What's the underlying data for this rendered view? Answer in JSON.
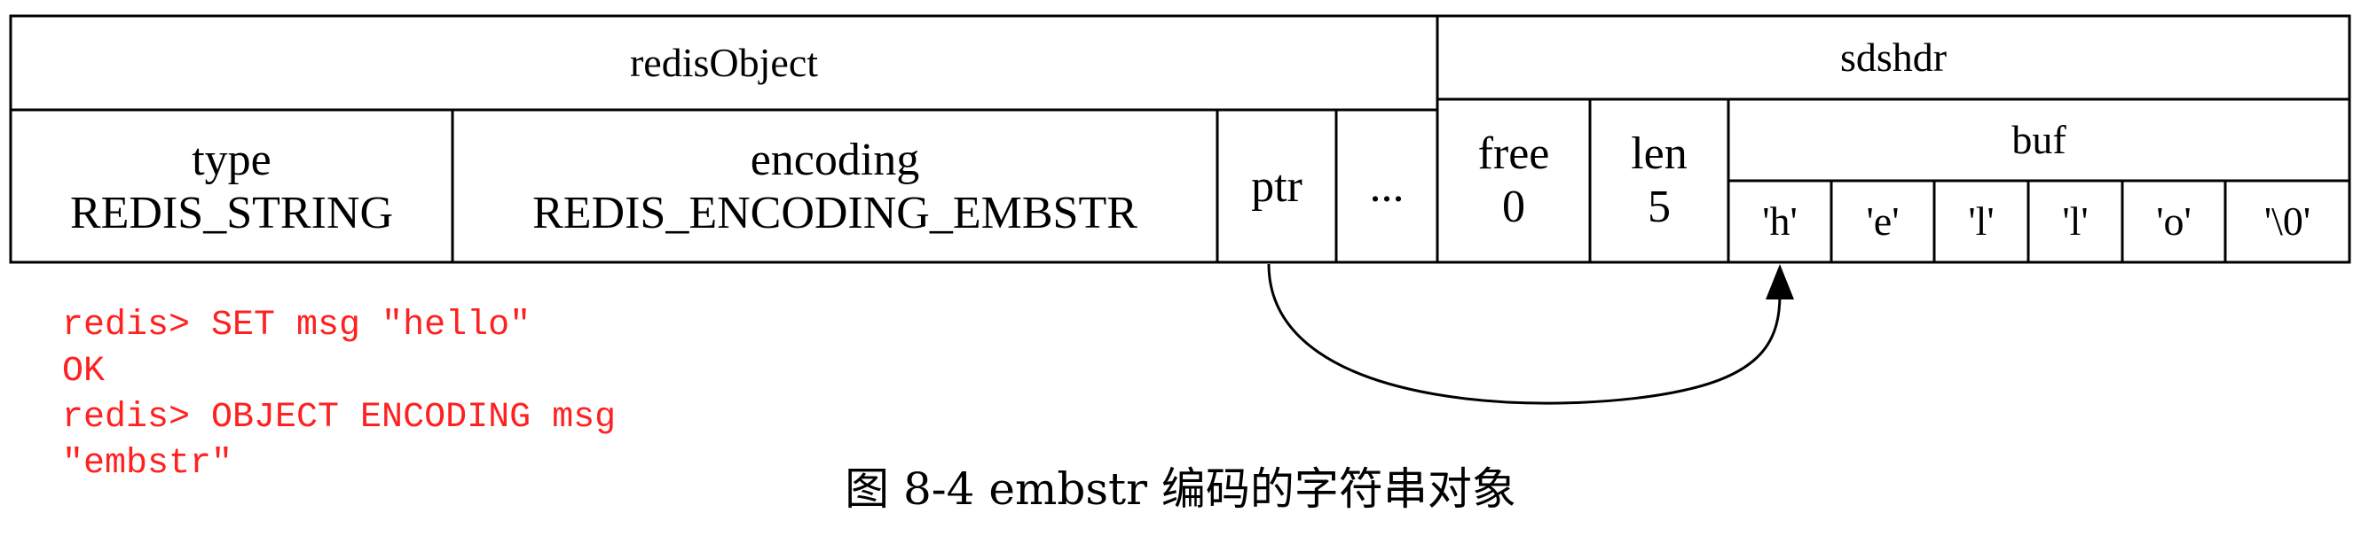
{
  "redisObject": {
    "title": "redisObject",
    "type_name": "type",
    "type_value": "REDIS_STRING",
    "encoding_name": "encoding",
    "encoding_value": "REDIS_ENCODING_EMBSTR",
    "ptr": "ptr",
    "more": "..."
  },
  "sdshdr": {
    "title": "sdshdr",
    "free_name": "free",
    "free_value": "0",
    "len_name": "len",
    "len_value": "5",
    "buf_title": "buf",
    "buf": [
      "'h'",
      "'e'",
      "'l'",
      "'l'",
      "'o'",
      "'\\0'"
    ]
  },
  "terminal": {
    "lines": [
      "redis> SET msg \"hello\"",
      "OK",
      "redis> OBJECT ENCODING msg",
      "\"embstr\""
    ]
  },
  "caption": "图 8-4    embstr 编码的字符串对象",
  "colors": {
    "terminal_text": "#ff2020",
    "stroke": "#000000"
  }
}
